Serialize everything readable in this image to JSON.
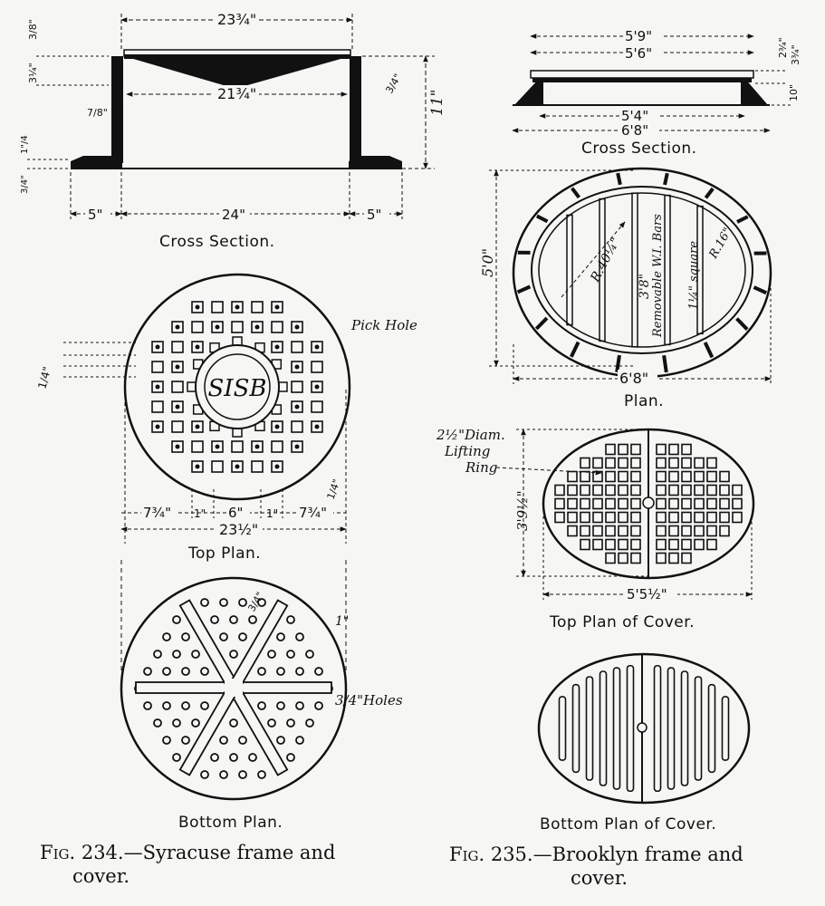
{
  "fig234": {
    "cross_section": {
      "caption": "Cross Section.",
      "dims": {
        "top_width": "23¾\"",
        "inner_width": "21¾\"",
        "lip": "3/8\"",
        "flange_top": "3¼\"",
        "wall": "7/8\"",
        "seat": "3/4\"",
        "height": "11\"",
        "base_top": "1\"/4",
        "base_bottom": "3/4\"",
        "left_flange": "5\"",
        "opening": "24\"",
        "right_flange": "5\""
      }
    },
    "top_plan": {
      "caption": "Top Plan.",
      "monogram": "SISB",
      "pick_hole_label": "Pick Hole",
      "dims": {
        "left": "7¾\"",
        "gap1": "1\"",
        "center": "6\"",
        "gap2": "1\"",
        "right": "7¾\"",
        "total": "23½\"",
        "hole_small": "1/4\"",
        "edge": "1/4\""
      }
    },
    "bottom_plan": {
      "caption": "Bottom Plan.",
      "rib_dim": "3/4\"",
      "edge_dim": "1\"",
      "holes_label": "3/4\"Holes"
    },
    "figure_caption": {
      "prefix": "Fig. 234.",
      "text": "—Syracuse frame and",
      "text2": "cover."
    }
  },
  "fig235": {
    "cross_section": {
      "caption": "Cross Section.",
      "dims": {
        "top_outer": "5'9\"",
        "top_inner": "5'6\"",
        "bottom_inner": "5'4\"",
        "bottom_outer": "6'8\"",
        "right_a": "2¾\"",
        "right_b": "3¾\"",
        "right_c": "10\""
      }
    },
    "plan": {
      "caption": "Plan.",
      "height": "5'0\"",
      "width": "6'8\"",
      "radius_large": "R.40¼\"",
      "radius_small": "R.16\"",
      "bar_span": "3'8\"",
      "bars_label": "Removable W.I. Bars",
      "bar_size": "1¼\" square"
    },
    "top_plan": {
      "caption": "Top Plan of Cover.",
      "lifting_ring_label": [
        "2½\"Diam.",
        "Lifting",
        "Ring"
      ],
      "height": "3'9½\"",
      "width": "5'5½\""
    },
    "bottom_plan": {
      "caption": "Bottom Plan of Cover."
    },
    "figure_caption": {
      "prefix": "Fig. 235.",
      "text": "—Brooklyn frame and",
      "text2": "cover."
    }
  },
  "colors": {
    "ink": "#111111",
    "paper": "#f6f6f4"
  }
}
